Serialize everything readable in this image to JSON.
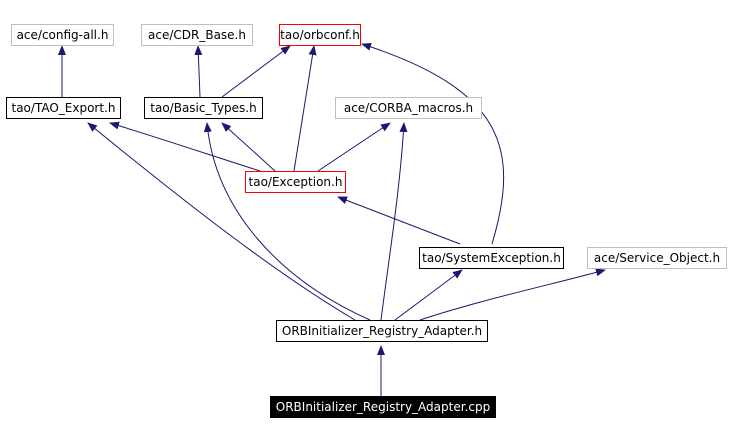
{
  "graph": {
    "colors": {
      "edge": "#191970",
      "red_border": "#ff0000",
      "gray_border": "#bfbfbf",
      "focus_bg": "#000000"
    },
    "nodes": {
      "ace_config_all": "ace/config-all.h",
      "ace_cdr_base": "ace/CDR_Base.h",
      "tao_orbconf": "tao/orbconf.h",
      "tao_tao_export": "tao/TAO_Export.h",
      "tao_basic_types": "tao/Basic_Types.h",
      "ace_corba_macros": "ace/CORBA_macros.h",
      "tao_exception": "tao/Exception.h",
      "tao_system_exception": "tao/SystemException.h",
      "ace_service_object": "ace/Service_Object.h",
      "orbinitializer_registry_adapter_h": "ORBInitializer_Registry_Adapter.h",
      "orbinitializer_registry_adapter_cpp": "ORBInitializer_Registry_Adapter.cpp"
    }
  }
}
